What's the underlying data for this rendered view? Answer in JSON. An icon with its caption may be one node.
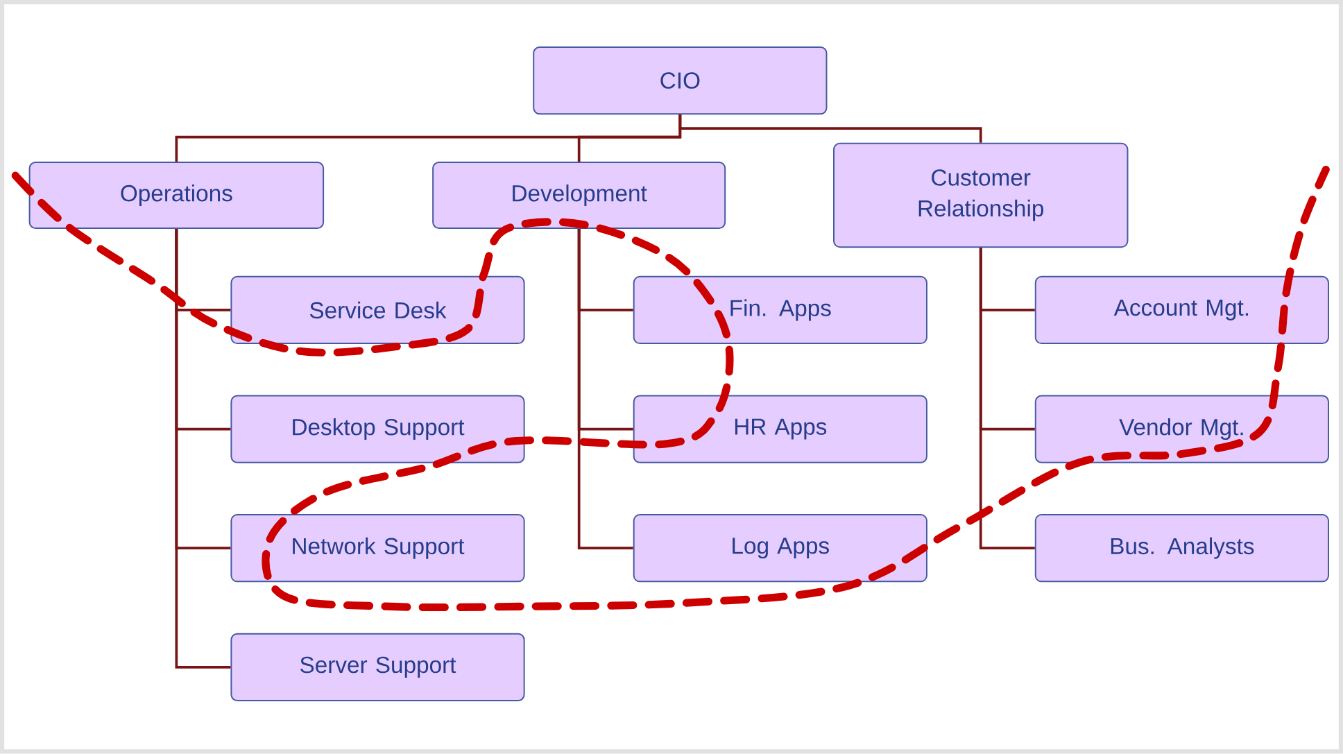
{
  "diagram": {
    "nodes": [
      {
        "text": [
          "CIO"
        ]
      },
      {
        "text": [
          "Operations"
        ]
      },
      {
        "text": [
          "Development"
        ]
      },
      {
        "text": [
          "Customer Relationship"
        ]
      },
      {
        "text": [
          "Service Desk"
        ]
      },
      {
        "text": [
          "Desktop Support"
        ]
      },
      {
        "text": [
          "Network Support"
        ]
      },
      {
        "text": [
          "Server Support"
        ]
      },
      {
        "text": [
          "Fin. Apps"
        ]
      },
      {
        "text": [
          "HR Apps"
        ]
      },
      {
        "text": [
          "Log Apps"
        ]
      },
      {
        "text": [
          "Account Mgt."
        ]
      },
      {
        "text": [
          "Vendor Mgt."
        ]
      },
      {
        "text": [
          "Bus. Analysts"
        ]
      }
    ],
    "edges": [
      {
        "from": 0,
        "to": 1,
        "arrow": "none"
      },
      {
        "from": 0,
        "to": 2,
        "arrow": "none"
      },
      {
        "from": 0,
        "to": 3,
        "arrow": "none"
      },
      {
        "from": 1,
        "to": 4,
        "arrow": "none"
      },
      {
        "from": 1,
        "to": 5,
        "arrow": "none"
      },
      {
        "from": 1,
        "to": 6,
        "arrow": "none"
      },
      {
        "from": 1,
        "to": 7,
        "arrow": "none"
      },
      {
        "from": 2,
        "to": 8,
        "arrow": "none"
      },
      {
        "from": 2,
        "to": 9,
        "arrow": "none"
      },
      {
        "from": 2,
        "to": 10,
        "arrow": "none"
      },
      {
        "from": 3,
        "to": 11,
        "arrow": "none"
      },
      {
        "from": 3,
        "to": 12,
        "arrow": "none"
      },
      {
        "from": 3,
        "to": 13,
        "arrow": "none"
      }
    ]
  }
}
